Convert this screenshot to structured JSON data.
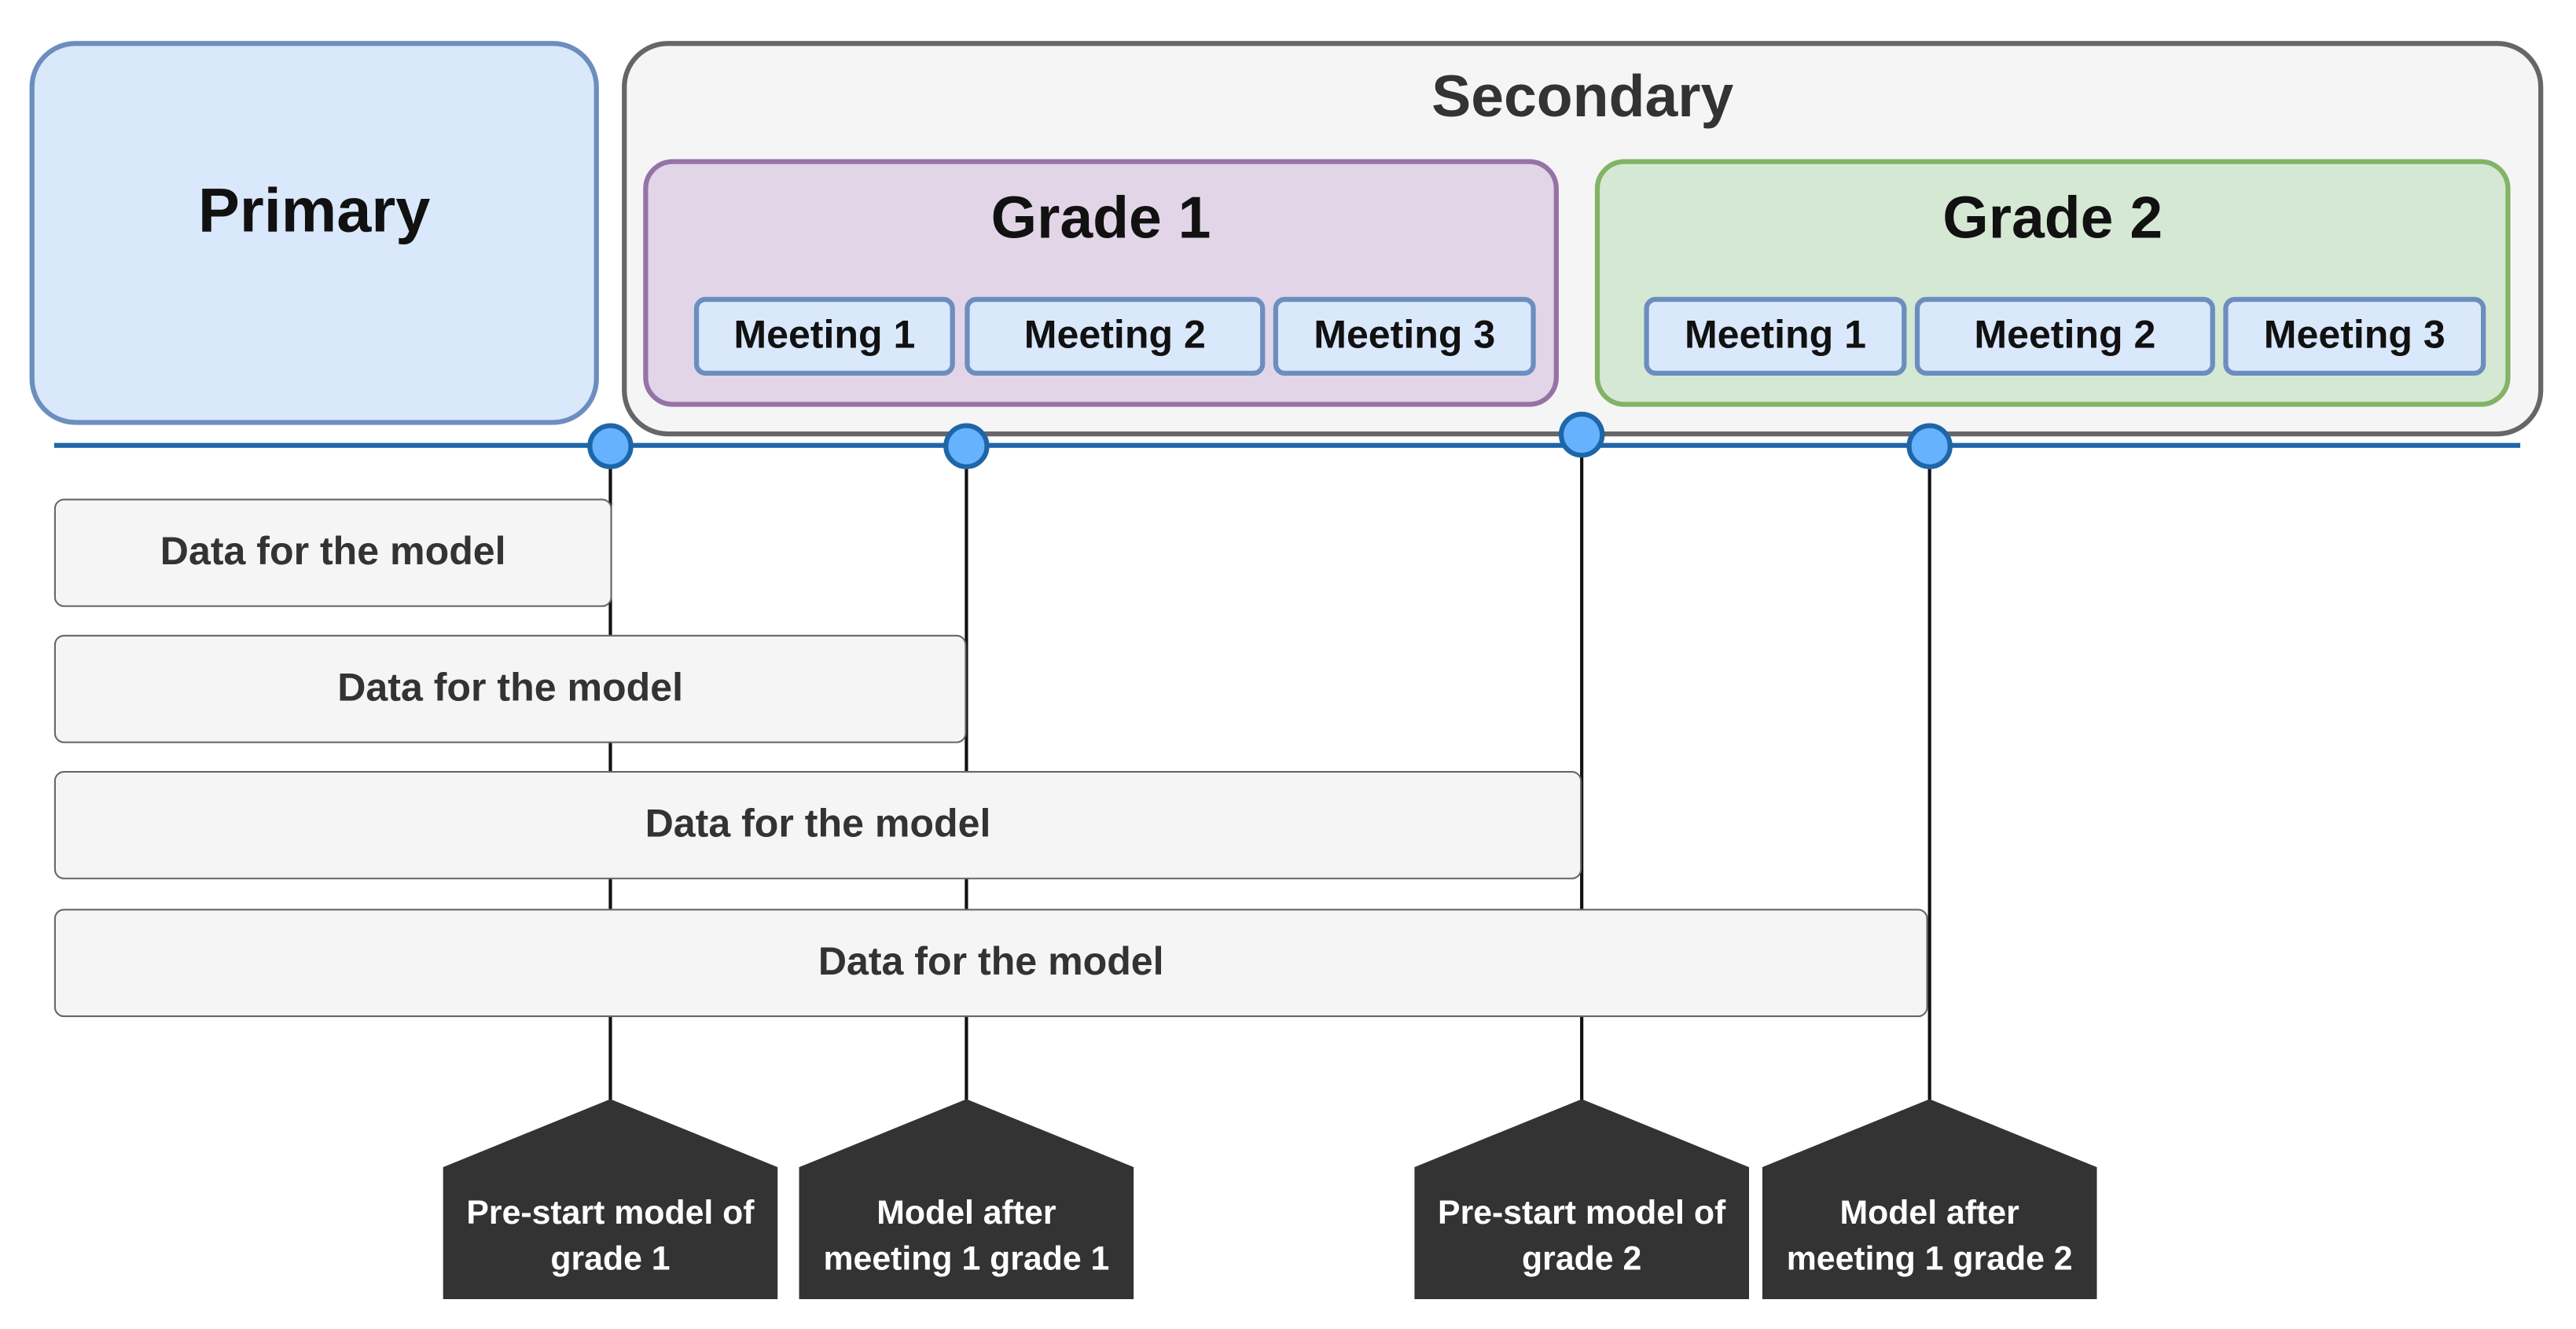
{
  "primary": {
    "label": "Primary"
  },
  "secondary": {
    "label": "Secondary"
  },
  "grades": [
    {
      "label": "Grade 1",
      "meetings": [
        "Meeting 1",
        "Meeting 2",
        "Meeting 3"
      ]
    },
    {
      "label": "Grade 2",
      "meetings": [
        "Meeting 1",
        "Meeting 2",
        "Meeting 3"
      ]
    }
  ],
  "data_bars": [
    "Data for the model",
    "Data for the model",
    "Data for the model",
    "Data for the model"
  ],
  "models": [
    {
      "line1": "Pre-start model of",
      "line2": "grade 1"
    },
    {
      "line1": "Model after",
      "line2": "meeting 1 grade 1"
    },
    {
      "line1": "Pre-start model of",
      "line2": "grade 2"
    },
    {
      "line1": "Model after",
      "line2": "meeting 1 grade 2"
    }
  ],
  "colors": {
    "primary_fill": "#dae8fc",
    "primary_stroke": "#6c8ebf",
    "secondary_fill": "#f5f5f5",
    "secondary_stroke": "#666666",
    "grade1_fill": "#e1d5e7",
    "grade1_stroke": "#9673a6",
    "grade2_fill": "#d5e8d4",
    "grade2_stroke": "#82b366",
    "timeline": "#1e66a8",
    "milestone_dot": "#66b2ff",
    "model_tag": "#333333"
  }
}
